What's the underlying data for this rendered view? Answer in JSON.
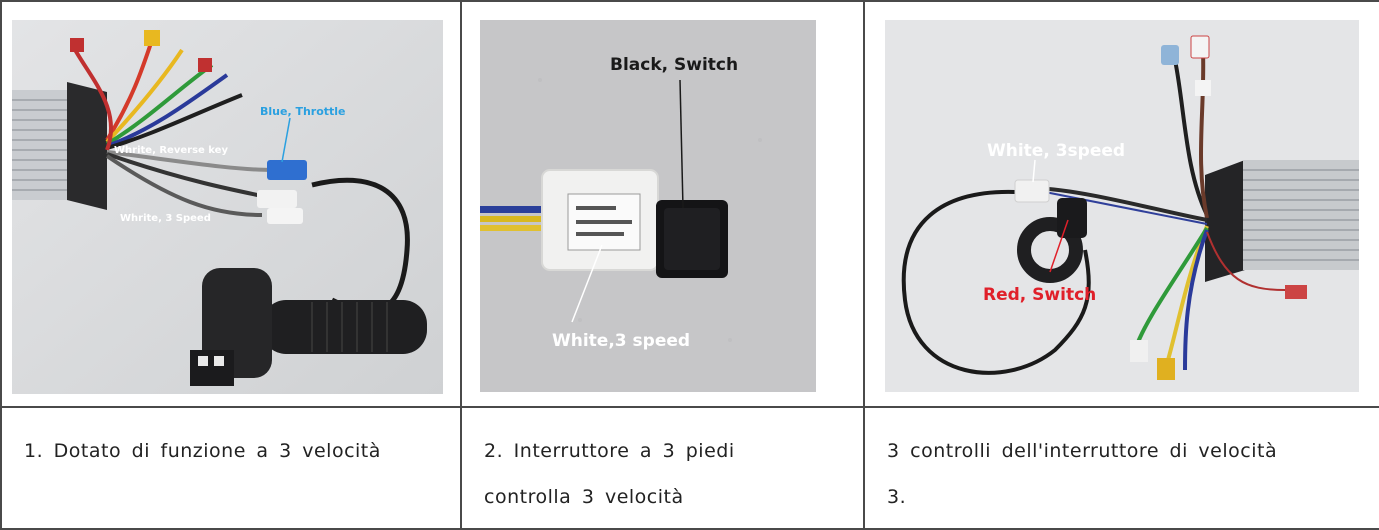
{
  "photo1": {
    "label_throttle": "Blue, Throttle",
    "label_reverse": "Whrite, Reverse key",
    "label_speed": "Whrite, 3 Speed"
  },
  "photo2": {
    "label_switch": "Black, Switch",
    "label_speed": "White,3 speed"
  },
  "photo3": {
    "label_speed": "White, 3speed",
    "label_switch": "Red, Switch"
  },
  "captions": {
    "c1": "1. Dotato di funzione a 3 velocità",
    "c2_line1": "2. Interruttore a 3 piedi",
    "c2_line2": "controlla 3 velocità",
    "c3_line1": "3 controlli dell'interruttore di velocità",
    "c3_line2": "3."
  },
  "colors": {
    "border": "#4a4a4a",
    "throttle_label": "#2aa0e0",
    "switch_label_red": "#e0202a",
    "switch_label_black": "#1a1a1a",
    "photo_label_white": "#ffffff"
  }
}
